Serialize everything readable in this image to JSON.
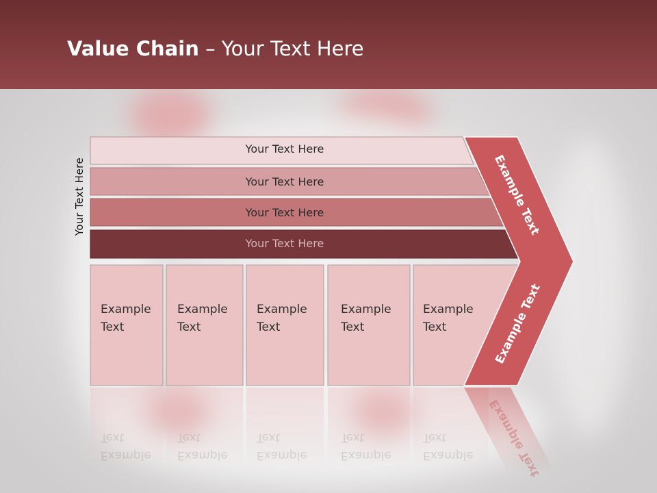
{
  "title": {
    "bold": "Value Chain",
    "rest": " – Your Text Here"
  },
  "side_label": "Your Text Here",
  "rows": [
    {
      "label": "Your Text Here",
      "color": "#efd9da"
    },
    {
      "label": "Your Text Here",
      "color": "#d59fa1"
    },
    {
      "label": "Your Text Here",
      "color": "#c27678"
    },
    {
      "label": "Your Text Here",
      "color": "#76363a"
    }
  ],
  "columns": [
    {
      "line1": "Example",
      "line2": "Text"
    },
    {
      "line1": "Example",
      "line2": "Text"
    },
    {
      "line1": "Example",
      "line2": "Text"
    },
    {
      "line1": "Example",
      "line2": "Text"
    },
    {
      "line1": "Example",
      "line2": "Text"
    }
  ],
  "chevron": {
    "upper_label": "Example Text",
    "lower_label": "Example Text",
    "color": "#c9595c"
  },
  "colors": {
    "header": "#7e3a3c",
    "column_fill": "#ecc3c4"
  }
}
